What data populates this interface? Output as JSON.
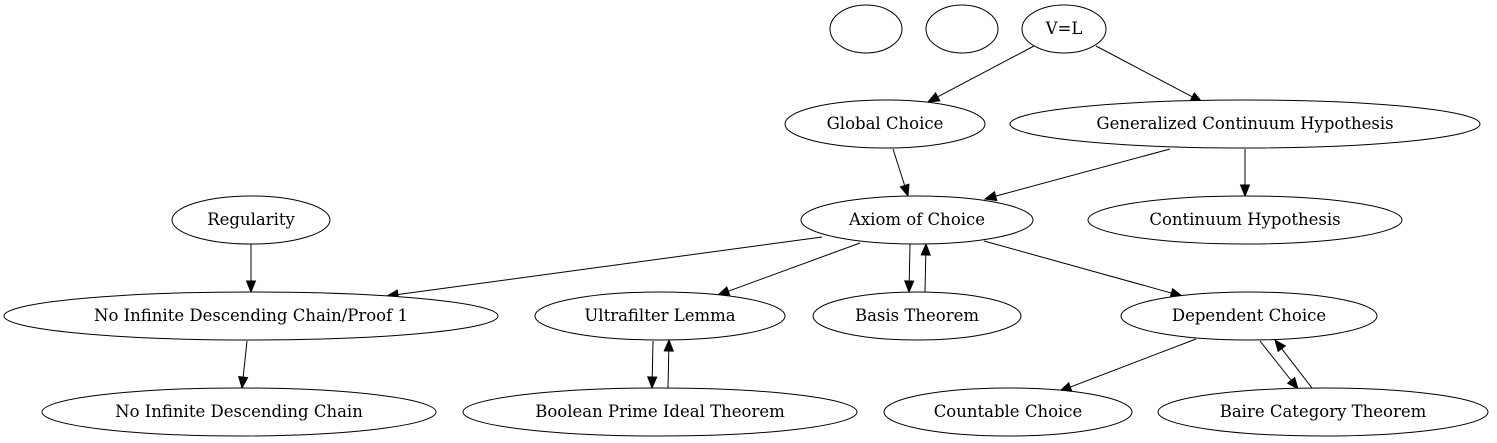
{
  "diagram": {
    "nodes": [
      {
        "id": "blank1",
        "label": ""
      },
      {
        "id": "blank2",
        "label": ""
      },
      {
        "id": "vl",
        "label": "V=L"
      },
      {
        "id": "gc",
        "label": "Global Choice"
      },
      {
        "id": "gch",
        "label": "Generalized Continuum Hypothesis"
      },
      {
        "id": "reg",
        "label": "Regularity"
      },
      {
        "id": "ac",
        "label": "Axiom of Choice"
      },
      {
        "id": "ch",
        "label": "Continuum Hypothesis"
      },
      {
        "id": "nidc1",
        "label": "No Infinite Descending Chain/Proof 1"
      },
      {
        "id": "ul",
        "label": "Ultrafilter Lemma"
      },
      {
        "id": "bt",
        "label": "Basis Theorem"
      },
      {
        "id": "dc",
        "label": "Dependent Choice"
      },
      {
        "id": "nidc",
        "label": "No Infinite Descending Chain"
      },
      {
        "id": "bpi",
        "label": "Boolean Prime Ideal Theorem"
      },
      {
        "id": "cc",
        "label": "Countable Choice"
      },
      {
        "id": "bct",
        "label": "Baire Category Theorem"
      }
    ],
    "edges": [
      {
        "from": "vl",
        "to": "gc"
      },
      {
        "from": "vl",
        "to": "gch"
      },
      {
        "from": "gc",
        "to": "ac"
      },
      {
        "from": "gch",
        "to": "ac"
      },
      {
        "from": "gch",
        "to": "ch"
      },
      {
        "from": "reg",
        "to": "nidc1"
      },
      {
        "from": "ac",
        "to": "nidc1"
      },
      {
        "from": "ac",
        "to": "ul"
      },
      {
        "from": "ac",
        "to": "bt"
      },
      {
        "from": "bt",
        "to": "ac"
      },
      {
        "from": "ac",
        "to": "dc"
      },
      {
        "from": "nidc1",
        "to": "nidc"
      },
      {
        "from": "ul",
        "to": "bpi"
      },
      {
        "from": "bpi",
        "to": "ul"
      },
      {
        "from": "dc",
        "to": "cc"
      },
      {
        "from": "dc",
        "to": "bct"
      },
      {
        "from": "bct",
        "to": "dc"
      }
    ]
  }
}
